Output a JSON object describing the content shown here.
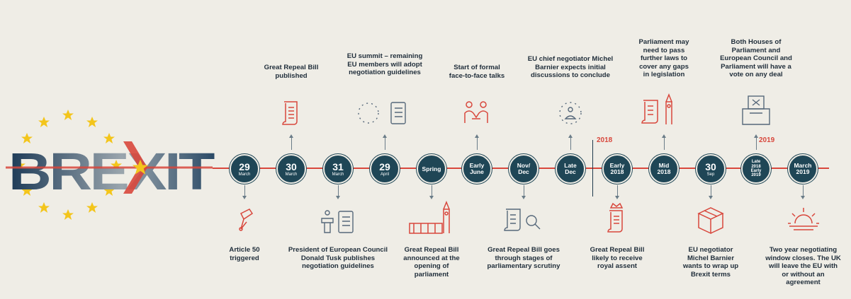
{
  "logo": {
    "text": "BREXIT"
  },
  "years": {
    "y2018": "2018",
    "y2019": "2019"
  },
  "events": [
    {
      "id": "e1",
      "date_main": "29",
      "date_sub": "March",
      "label": "Article 50\ntriggered"
    },
    {
      "id": "e2",
      "date_main": "30",
      "date_sub": "March",
      "label": "Great Repeal Bill\npublished"
    },
    {
      "id": "e3",
      "date_main": "31",
      "date_sub": "March",
      "label": "President of European Council\nDonald Tusk publishes\nnegotiation guidelines"
    },
    {
      "id": "e4",
      "date_main": "29",
      "date_sub": "April",
      "label": "EU summit – remaining\nEU members will adopt\nnegotiation guidelines"
    },
    {
      "id": "e5",
      "date_main": "Spring",
      "label": "Great Repeal Bill\nannounced at the\nopening of\nparliament"
    },
    {
      "id": "e6",
      "date_main": "Early\nJune",
      "label": "Start of formal\nface-to-face talks"
    },
    {
      "id": "e7",
      "date_main": "Nov/\nDec",
      "label": "Great Repeal Bill goes\nthrough stages of\nparliamentary scrutiny"
    },
    {
      "id": "e8",
      "date_main": "Late\nDec",
      "label": "EU chief negotiator Michel\nBarnier expects initial\ndiscussions to conclude"
    },
    {
      "id": "e9",
      "date_main": "Early\n2018",
      "label": "Great Repeal Bill\nlikely to receive\nroyal assent"
    },
    {
      "id": "e10",
      "date_main": "Mid\n2018",
      "label": "Parliament may\nneed to pass\nfurther laws to\ncover any gaps\nin legislation"
    },
    {
      "id": "e11",
      "date_main": "30",
      "date_sub": "Sep",
      "label": "EU negotiator\nMichel Barnier\nwants to wrap up\nBrexit terms"
    },
    {
      "id": "e12",
      "date_main": "Late\n2018\nEarly\n2019",
      "label": "Both Houses of\nParliament and\nEuropean Council and\nParliament will have a\nvote on any deal"
    },
    {
      "id": "e13",
      "date_main": "March\n2019",
      "label": "Two year negotiating\nwindow closes. The UK\nwill leave the EU with\nor without an\nagreement"
    }
  ]
}
